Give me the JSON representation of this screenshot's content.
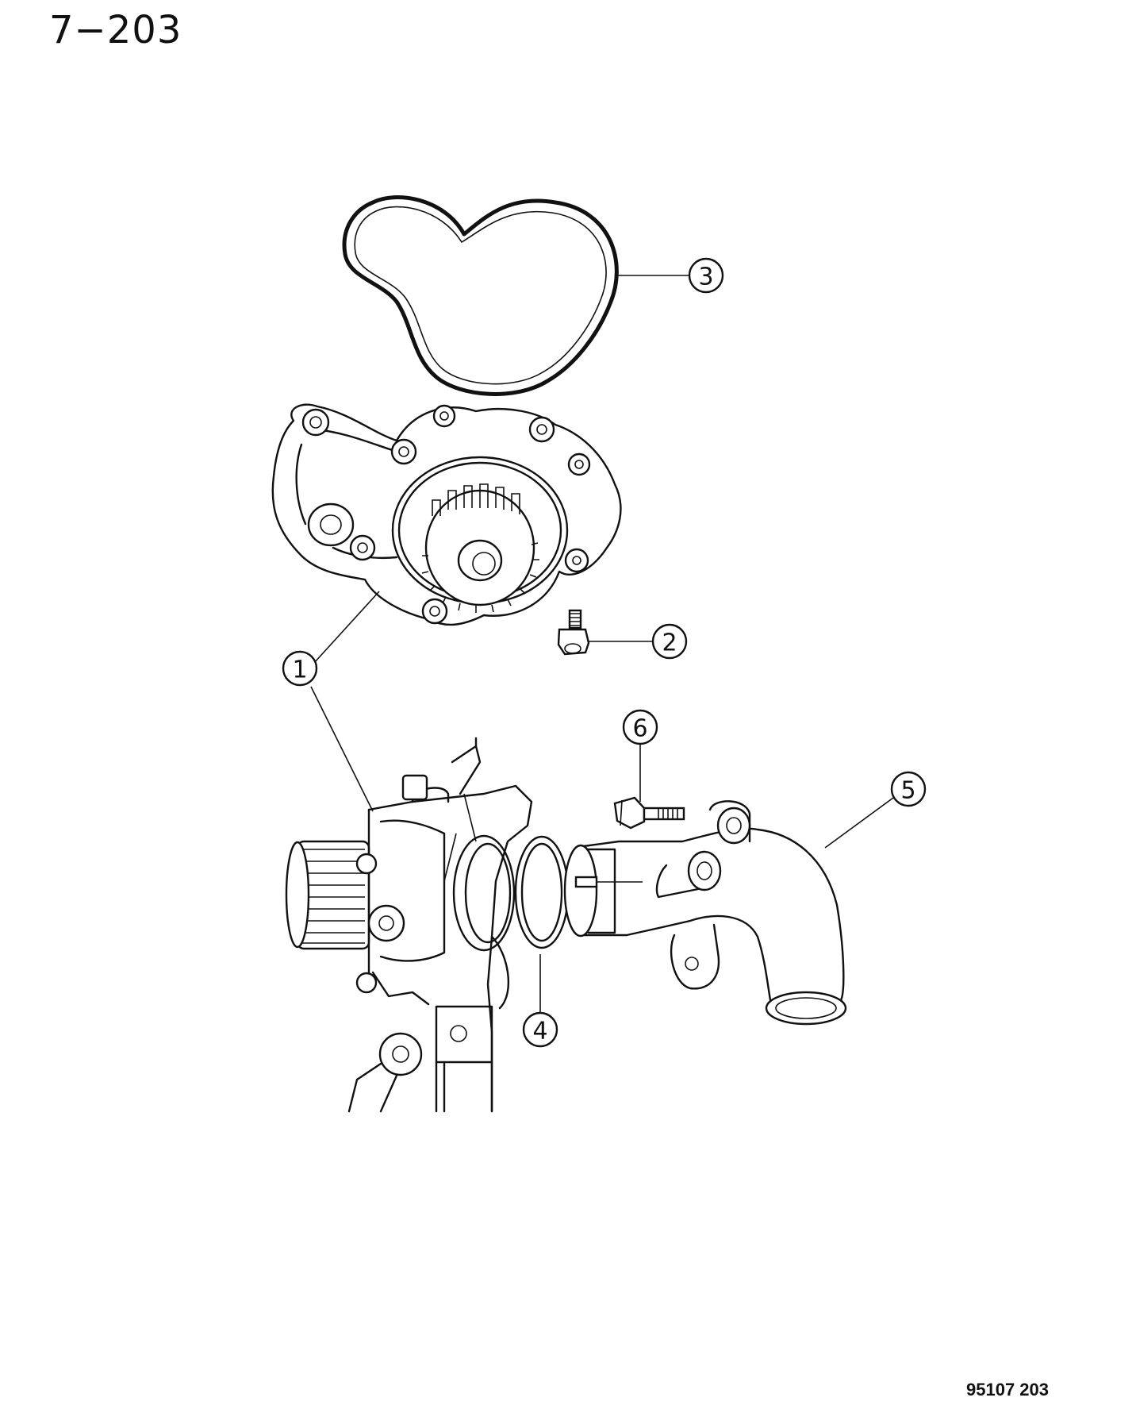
{
  "header": {
    "page_number": "7−203"
  },
  "footer": {
    "drawing_code": "95107  203"
  },
  "callouts": [
    {
      "id": "callout-1",
      "label": "1"
    },
    {
      "id": "callout-2",
      "label": "2"
    },
    {
      "id": "callout-3",
      "label": "3"
    },
    {
      "id": "callout-4",
      "label": "4"
    },
    {
      "id": "callout-5",
      "label": "5"
    },
    {
      "id": "callout-6",
      "label": "6"
    }
  ]
}
